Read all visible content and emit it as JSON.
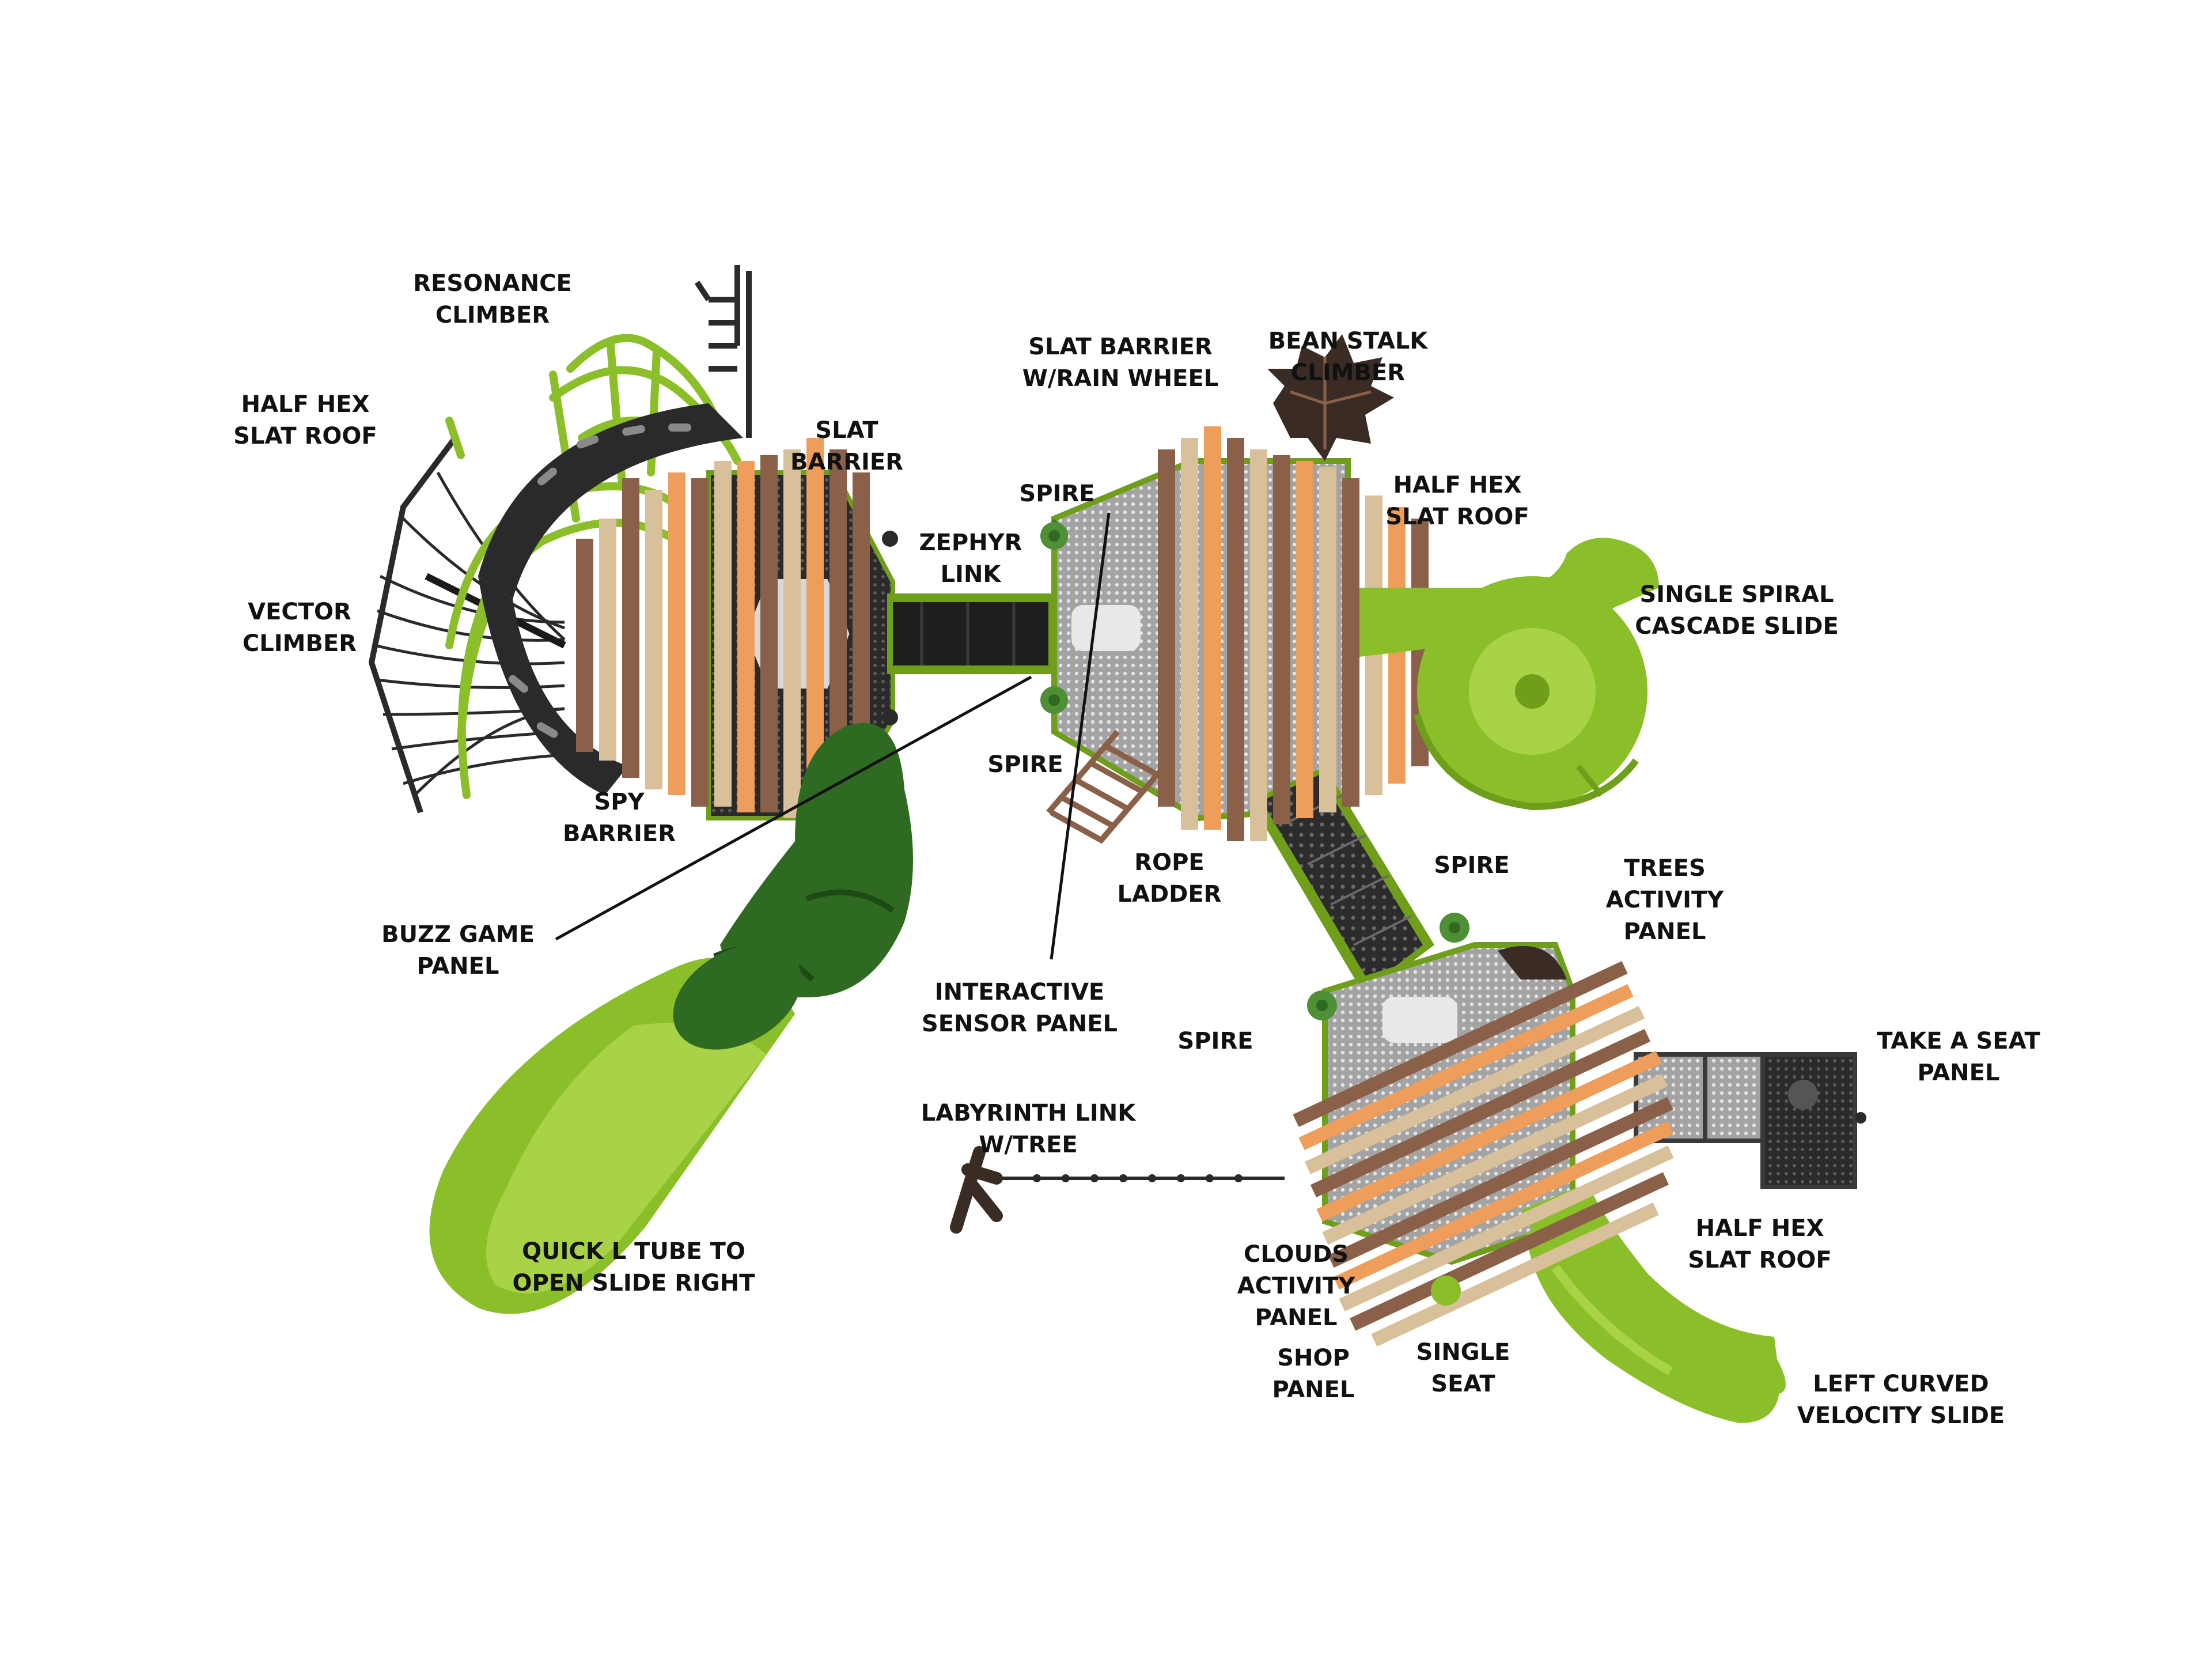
{
  "colors": {
    "lime": "#8bbf2a",
    "lime_dark": "#6f9e1b",
    "forest": "#2f6a22",
    "forest_dark": "#1e4a16",
    "deck": "#9a9a9a",
    "deck_dark": "#2e2e2e",
    "slat_brown": "#8a6048",
    "slat_orange": "#ef9d5a",
    "slat_tan": "#d8c09a",
    "post": "#3a2b24"
  },
  "labels": {
    "resonance_climber": [
      "RESONANCE",
      "CLIMBER"
    ],
    "half_hex_slat_roof_left": [
      "HALF HEX",
      "SLAT ROOF"
    ],
    "vector_climber": [
      "VECTOR",
      "CLIMBER"
    ],
    "slat_barrier": [
      "SLAT",
      "BARRIER"
    ],
    "zephyr_link": [
      "ZEPHYR",
      "LINK"
    ],
    "spy_barrier": [
      "SPY",
      "BARRIER"
    ],
    "buzz_game_panel": [
      "BUZZ GAME",
      "PANEL"
    ],
    "slat_barrier_rain_wheel": [
      "SLAT BARRIER",
      "W/RAIN WHEEL"
    ],
    "bean_stalk_climber": [
      "BEAN STALK",
      "CLIMBER"
    ],
    "half_hex_slat_roof_center": [
      "HALF HEX",
      "SLAT ROOF"
    ],
    "spire_top": [
      "SPIRE"
    ],
    "spire_middle": [
      "SPIRE"
    ],
    "single_spiral_cascade_slide": [
      "SINGLE SPIRAL",
      "CASCADE SLIDE"
    ],
    "rope_ladder": [
      "ROPE",
      "LADDER"
    ],
    "interactive_sensor_panel": [
      "INTERACTIVE",
      "SENSOR PANEL"
    ],
    "spire_right": [
      "SPIRE"
    ],
    "trees_activity_panel": [
      "TREES",
      "ACTIVITY",
      "PANEL"
    ],
    "spire_bottom": [
      "SPIRE"
    ],
    "take_a_seat_panel": [
      "TAKE A SEAT",
      "PANEL"
    ],
    "labyrinth_link_tree": [
      "LABYRINTH LINK",
      "W/TREE"
    ],
    "quick_l_tube": [
      "QUICK L TUBE TO",
      "OPEN SLIDE RIGHT"
    ],
    "clouds_activity_panel": [
      "CLOUDS",
      "ACTIVITY",
      "PANEL"
    ],
    "half_hex_slat_roof_right": [
      "HALF HEX",
      "SLAT ROOF"
    ],
    "shop_panel": [
      "SHOP",
      "PANEL"
    ],
    "single_seat": [
      "SINGLE",
      "SEAT"
    ],
    "left_curved_velocity_slide": [
      "LEFT CURVED",
      "VELOCITY SLIDE"
    ]
  }
}
